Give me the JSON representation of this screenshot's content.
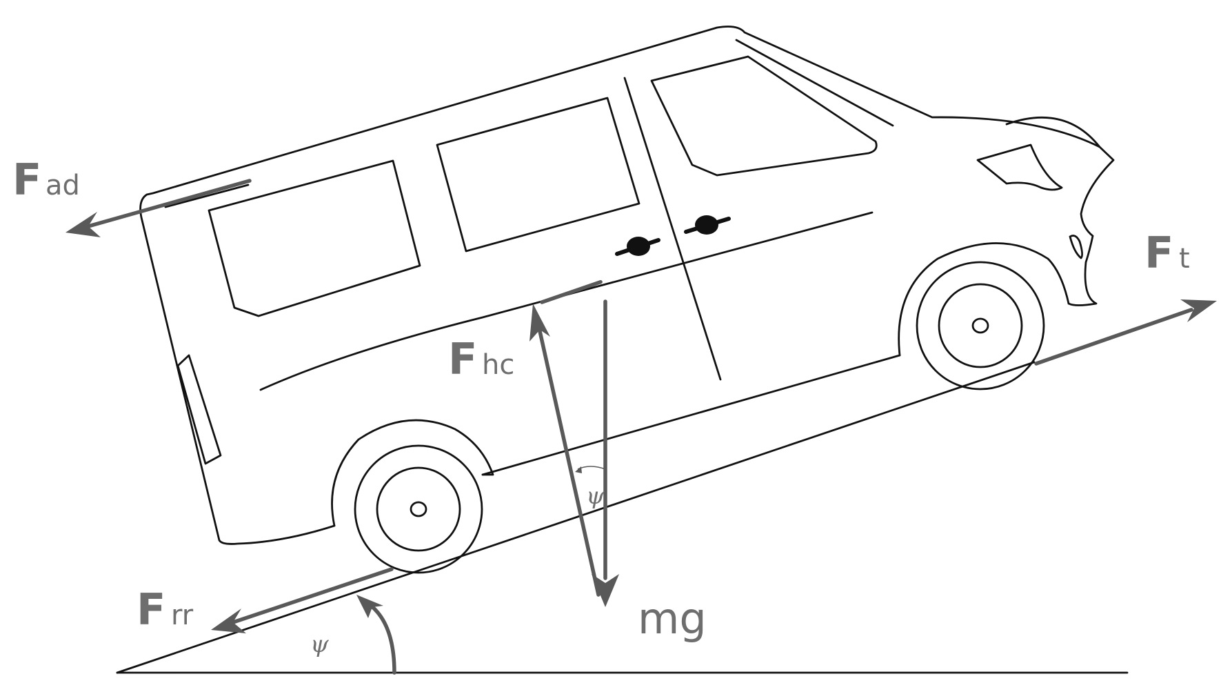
{
  "labels": {
    "f_ad": {
      "main": "F",
      "sub": "ad"
    },
    "f_t": {
      "main": "F",
      "sub": "t"
    },
    "f_hc": {
      "main": "F",
      "sub": "hc"
    },
    "f_rr": {
      "main": "F",
      "sub": "rr"
    },
    "mg": "mg",
    "psi_body": "ψ",
    "psi_slope": "ψ"
  },
  "colors": {
    "outline": "#111111",
    "force": "#595959",
    "label": "#6e6e6e"
  }
}
